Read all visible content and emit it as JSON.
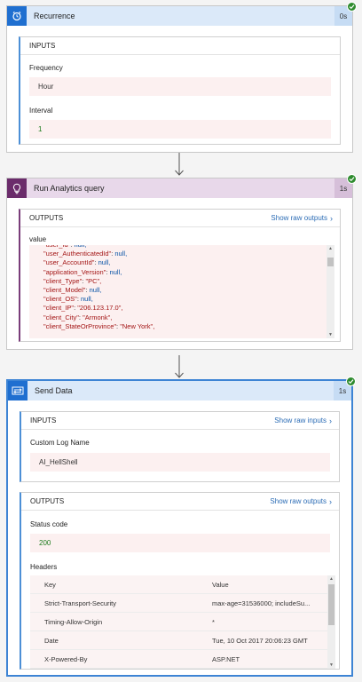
{
  "recurrence": {
    "title": "Recurrence",
    "duration": "0s",
    "icon": "alarm-clock-icon",
    "header_color": "#dbe9f9",
    "icon_color": "#1f6fd0",
    "inputs": {
      "title": "INPUTS",
      "frequency_label": "Frequency",
      "frequency_value": "Hour",
      "interval_label": "Interval",
      "interval_value": "1"
    }
  },
  "analytics": {
    "title": "Run Analytics query",
    "duration": "1s",
    "icon": "lightbulb-icon",
    "header_color": "#e8d8ea",
    "icon_color": "#6b2c6b",
    "outputs": {
      "title": "OUTPUTS",
      "raw_link": "Show raw outputs",
      "value_label": "value",
      "lines": [
        {
          "key": "\"user_Id\"",
          "sep": ": ",
          "val": "null,",
          "type": "null"
        },
        {
          "key": "\"user_AuthenticatedId\"",
          "sep": ": ",
          "val": "null,",
          "type": "null"
        },
        {
          "key": "\"user_AccountId\"",
          "sep": ": ",
          "val": "null,",
          "type": "null"
        },
        {
          "key": "\"application_Version\"",
          "sep": ": ",
          "val": "null,",
          "type": "null"
        },
        {
          "key": "\"client_Type\"",
          "sep": ": ",
          "val": "\"PC\",",
          "type": "str"
        },
        {
          "key": "\"client_Model\"",
          "sep": ": ",
          "val": "null,",
          "type": "null"
        },
        {
          "key": "\"client_OS\"",
          "sep": ": ",
          "val": "null,",
          "type": "null"
        },
        {
          "key": "\"client_IP\"",
          "sep": ": ",
          "val": "\"206.123.17.0\",",
          "type": "str"
        },
        {
          "key": "\"client_City\"",
          "sep": ": ",
          "val": "\"Armonk\",",
          "type": "str"
        },
        {
          "key": "\"client_StateOrProvince\"",
          "sep": ": ",
          "val": "\"New York\",",
          "type": "str"
        }
      ]
    }
  },
  "send": {
    "title": "Send Data",
    "duration": "1s",
    "icon": "data-transfer-icon",
    "header_color": "#dbe9f9",
    "icon_color": "#1f6fd0",
    "inputs": {
      "title": "INPUTS",
      "raw_link": "Show raw inputs",
      "log_label": "Custom Log Name",
      "log_value": "AI_HellShell"
    },
    "outputs": {
      "title": "OUTPUTS",
      "raw_link": "Show raw outputs",
      "status_label": "Status code",
      "status_value": "200",
      "headers_label": "Headers",
      "col_key": "Key",
      "col_value": "Value",
      "rows": [
        {
          "key": "Strict-Transport-Security",
          "value": "max-age=31536000; includeSu..."
        },
        {
          "key": "Timing-Allow-Origin",
          "value": "*"
        },
        {
          "key": "Date",
          "value": "Tue, 10 Oct 2017 20:06:23 GMT"
        },
        {
          "key": "X-Powered-By",
          "value": "ASP.NET"
        }
      ]
    }
  },
  "colors": {
    "success": "#2e8b2e",
    "link": "#2b6cb5",
    "selected_border": "#3d84d4"
  }
}
